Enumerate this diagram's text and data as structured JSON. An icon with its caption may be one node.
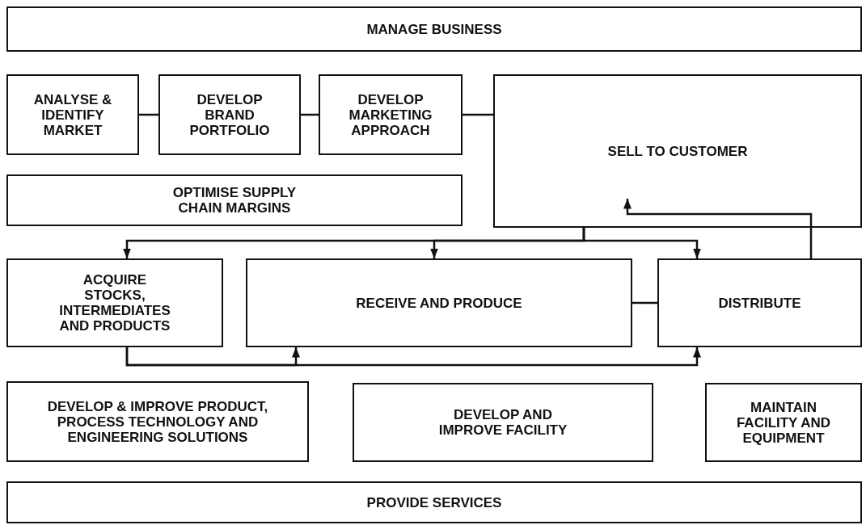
{
  "diagram": {
    "nodes": [
      {
        "text": [
          "MANAGE BUSINESS"
        ]
      },
      {
        "text": [
          "ANALYSE & IDENTIFY MARKET"
        ]
      },
      {
        "text": [
          "DEVELOP BRAND PORTFOLIO"
        ]
      },
      {
        "text": [
          "DEVELOP MARKETING APPROACH"
        ]
      },
      {
        "text": [
          "SELL TO CUSTOMER"
        ]
      },
      {
        "text": [
          "OPTIMISE SUPPLY CHAIN MARGINS"
        ]
      },
      {
        "text": [
          "ACQUIRE STOCKS, INTERMEDIATES AND PRODUCTS"
        ]
      },
      {
        "text": [
          "RECEIVE AND PRODUCE"
        ]
      },
      {
        "text": [
          "DISTRIBUTE"
        ]
      },
      {
        "text": [
          "DEVELOP & IMPROVE PRODUCT, PROCESS TECHNOLOGY AND ENGINEERING SOLUTIONS"
        ]
      },
      {
        "text": [
          "DEVELOP AND IMPROVE FACILITY"
        ]
      },
      {
        "text": [
          "MAINTAIN FACILITY AND EQUIPMENT"
        ]
      },
      {
        "text": [
          "PROVIDE SERVICES"
        ]
      }
    ],
    "edges": [
      {
        "from": 1,
        "to": 2,
        "arrow": "none"
      },
      {
        "from": 2,
        "to": 3,
        "arrow": "none"
      },
      {
        "from": 3,
        "to": 4,
        "arrow": "none"
      },
      {
        "from": 4,
        "to": 6,
        "arrow": "to"
      },
      {
        "from": 4,
        "to": 7,
        "arrow": "to"
      },
      {
        "from": 4,
        "to": 8,
        "arrow": "to"
      },
      {
        "from": 8,
        "to": 4,
        "arrow": "to"
      },
      {
        "from": 6,
        "to": 7,
        "arrow": "to"
      },
      {
        "from": 6,
        "to": 8,
        "arrow": "to"
      },
      {
        "from": 7,
        "to": 8,
        "arrow": "none"
      }
    ]
  }
}
